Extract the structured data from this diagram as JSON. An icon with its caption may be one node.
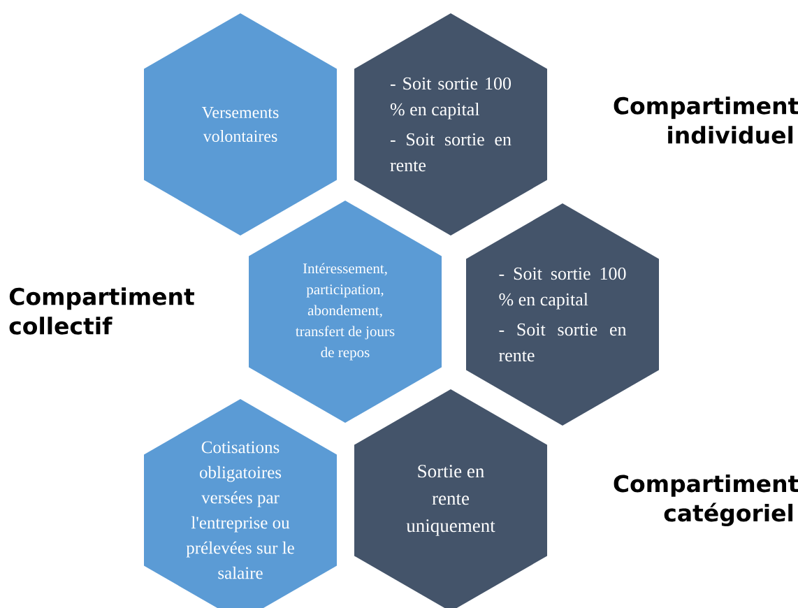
{
  "diagram": {
    "nodes": [
      {
        "text": [
          "Versements volontaires"
        ]
      },
      {
        "text": [
          "- Soit sortie 100 % en capital",
          "- Soit sortie en rente"
        ]
      },
      {
        "text": [
          "Intéressement, participation, abondement, transfert de jours de repos"
        ]
      },
      {
        "text": [
          "- Soit sortie 100 % en capital",
          "- Soit sortie en rente"
        ]
      },
      {
        "text": [
          "Cotisations obligatoires versées par l'entreprise ou prélevées sur le salaire"
        ]
      },
      {
        "text": [
          "Sortie en rente uniquement"
        ]
      }
    ],
    "labels": [
      "Compartiment individuel",
      "Compartiment collectif",
      "Compartiment catégoriel"
    ]
  }
}
